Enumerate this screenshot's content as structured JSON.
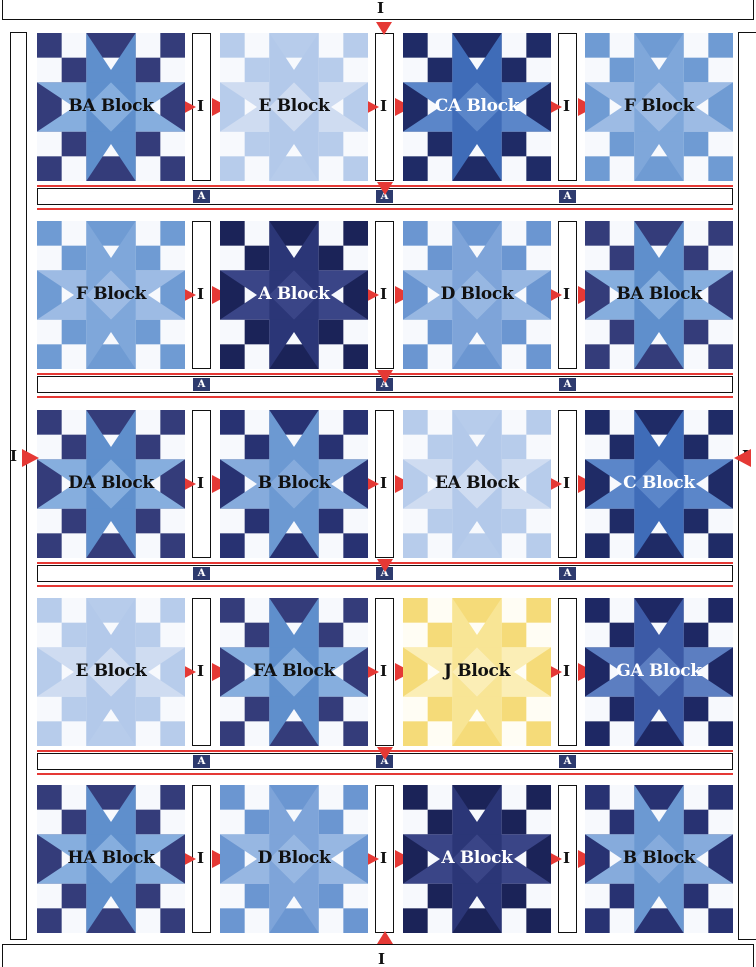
{
  "border_labels": {
    "top": "I",
    "bottom": "I",
    "left": "I",
    "right": "I"
  },
  "sash_label": "I",
  "cornerstone_label": "A",
  "colors": {
    "arrow": "#e53935",
    "badge": "#2d3a6e",
    "outline": "#111111"
  },
  "rows": [
    [
      {
        "label": "BA Block",
        "palette": "medium"
      },
      {
        "label": "E Block",
        "palette": "pale"
      },
      {
        "label": "CA Block",
        "palette": "royal"
      },
      {
        "label": "F Block",
        "palette": "sky"
      }
    ],
    [
      {
        "label": "F Block",
        "palette": "sky"
      },
      {
        "label": "A Block",
        "palette": "navy"
      },
      {
        "label": "D Block",
        "palette": "cornflower"
      },
      {
        "label": "BA Block",
        "palette": "medium"
      }
    ],
    [
      {
        "label": "DA Block",
        "palette": "medium"
      },
      {
        "label": "B Block",
        "palette": "mixed"
      },
      {
        "label": "EA Block",
        "palette": "pale"
      },
      {
        "label": "C Block",
        "palette": "royal"
      }
    ],
    [
      {
        "label": "E Block",
        "palette": "pale"
      },
      {
        "label": "FA Block",
        "palette": "medium"
      },
      {
        "label": "J Block",
        "palette": "yellow"
      },
      {
        "label": "GA Block",
        "palette": "dark"
      }
    ],
    [
      {
        "label": "HA Block",
        "palette": "medium"
      },
      {
        "label": "D Block",
        "palette": "cornflower"
      },
      {
        "label": "A Block",
        "palette": "navy"
      },
      {
        "label": "B Block",
        "palette": "mixed"
      }
    ]
  ]
}
